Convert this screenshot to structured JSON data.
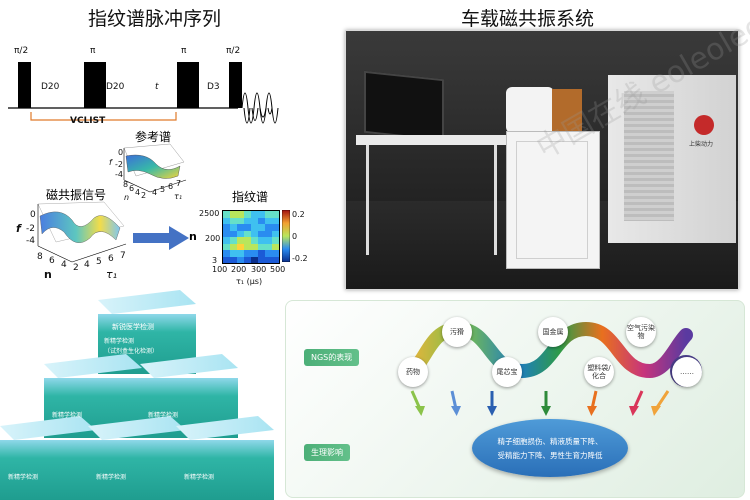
{
  "left_title": "指纹谱脉冲序列",
  "right_title": "车载磁共振系统",
  "sequence": {
    "pulse_labels": [
      "π/2",
      "π",
      "π",
      "π/2"
    ],
    "delay_labels": [
      "D20",
      "D20",
      "t",
      "D3"
    ],
    "vclist_label": "VCLIST"
  },
  "ref_plot": {
    "title": "参考谱",
    "axis_f": "f",
    "axis_n": "n",
    "axis_tau": "τ₁",
    "ticks_f": [
      "0",
      "-2",
      "-4"
    ],
    "ticks_n": [
      "8",
      "6",
      "4",
      "2"
    ],
    "ticks_tau": [
      "4",
      "5",
      "6",
      "7"
    ]
  },
  "nmr_plot": {
    "title": "磁共振信号",
    "axis_f": "f",
    "axis_n": "n",
    "axis_tau": "τ₁",
    "ticks_f": [
      "0",
      "-2",
      "-4"
    ],
    "ticks_n": [
      "8",
      "6",
      "4",
      "2"
    ],
    "ticks_tau": [
      "4",
      "5",
      "6",
      "7"
    ]
  },
  "heatmap": {
    "title": "指纹谱",
    "ylabel": "n",
    "xlabel": "τ₁ (μs)",
    "yticks": [
      "2500",
      "200",
      "3"
    ],
    "xticks": [
      "100",
      "200",
      "300",
      "500"
    ],
    "colorbar_ticks": [
      "0.2",
      "0",
      "-0.2"
    ],
    "colors": [
      "#0a2f8c",
      "#1b5ad6",
      "#2a8cf0",
      "#3fc0f0",
      "#66e0c8",
      "#b9e65c",
      "#ffd23a",
      "#f08a2a",
      "#c41e1e"
    ]
  },
  "generator_brand": "上柴动力",
  "panel": {
    "label_top": "NGS的表现",
    "label_bottom": "生理影响",
    "nodes": [
      "药物",
      "污猾",
      "尾芯宝",
      "国金属",
      "塑料袋/化合",
      "空气污染物",
      "……"
    ],
    "summary_line1": "精子细胞损伤、精液质量下降、",
    "summary_line2": "受精能力下降、男性生育力降低",
    "arrow_colors": [
      "#8bc34a",
      "#5c8fd6",
      "#2a5fb0",
      "#2e8b3a",
      "#e8701e",
      "#d9365a",
      "#f0a33a"
    ]
  },
  "watermark": "中国在线 eoleoleol",
  "boxes": {
    "brand": "新锐医学检测",
    "faces": [
      "新精学检测",
      "（试剂盒生化检测）",
      "新精学检测",
      "新精学检测",
      "新精学检测",
      "新精学检测",
      "新精学检测"
    ]
  }
}
